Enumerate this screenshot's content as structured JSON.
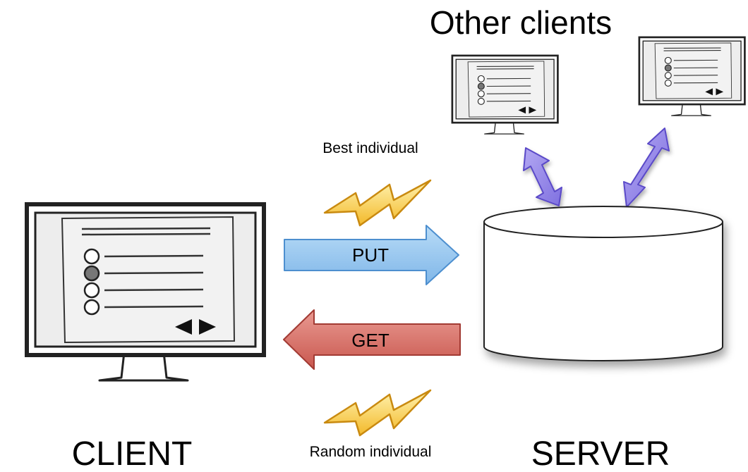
{
  "labels": {
    "other_clients": "Other clients",
    "client": "CLIENT",
    "server": "SERVER",
    "best_individual": "Best individual",
    "random_individual": "Random individual"
  },
  "arrows": {
    "put": "PUT",
    "get": "GET"
  },
  "colors": {
    "put_fill": "#8ec5ef",
    "get_fill": "#d9736a",
    "bidirectional_fill": "#9a8ce8",
    "lightning_fill": "#f6c233",
    "screen_bg": "#eeeeee",
    "frame": "#222222"
  },
  "icons": {
    "lightning": "lightning-icon",
    "monitor": "monitor-icon",
    "database": "database-cylinder"
  }
}
